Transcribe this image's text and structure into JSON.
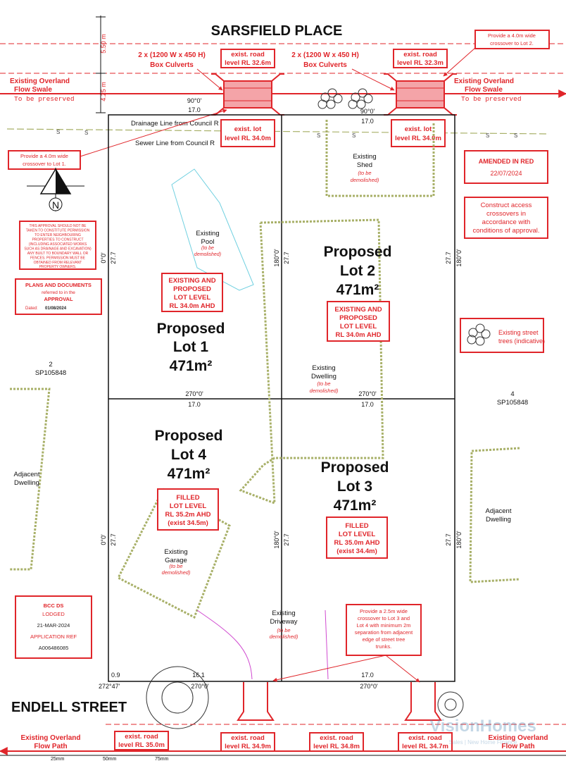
{
  "streets": {
    "top": "SARSFIELD PLACE",
    "bottom": "ENDELL STREET"
  },
  "dimensions": {
    "road_width_top": "5.50 m",
    "verge_width_top": "4.25 m"
  },
  "culverts": {
    "left": [
      "2 x (1200 W x 450 H)",
      "Box Culverts"
    ],
    "right": [
      "2 x (1200 W x 450 H)",
      "Box Culverts"
    ]
  },
  "road_levels_top": {
    "left": [
      "exist. road",
      "level RL 32.6m"
    ],
    "right": [
      "exist. road",
      "level RL 32.3m"
    ]
  },
  "lot_levels_top": {
    "left": [
      "exist. lot",
      "level RL 34.0m"
    ],
    "right": [
      "exist. lot",
      "level RL 34.0m"
    ]
  },
  "overland_swale": {
    "left": [
      "Existing Overland",
      "Flow Swale",
      "To be preserved"
    ],
    "right": [
      "Existing Overland",
      "Flow Swale",
      "To be preserved"
    ]
  },
  "notes": {
    "crossover_lot2": [
      "Provide a 4.0m wide",
      "crossover to Lot 2."
    ],
    "crossover_lot1": [
      "Provide a 4.0m wide",
      "crossover to Lot 1."
    ],
    "amended": [
      "AMENDED IN RED",
      "22/07/2024"
    ],
    "access": [
      "Construct access",
      "crossovers in",
      "accordance with",
      "conditions of approval."
    ],
    "crossover_lot3_4": [
      "Provide a 2.5m wide",
      "crossover to Lot 3 and",
      "Lot 4 with minimum 2m",
      "separation from adjacent",
      "edge of street tree",
      "trunks."
    ],
    "street_trees": [
      "Existing street",
      "trees (indicative)"
    ]
  },
  "services": {
    "drainage": "Drainage Line from Council R",
    "sewer": "Sewer Line from Council R"
  },
  "compass": {
    "letter": "N"
  },
  "disclaimer": [
    "THIS APPROVAL SHOULD NOT BE",
    "TAKEN TO CONSTITUTE PERMISSION",
    "TO ENTER NEIGHBOURING",
    "PROPERTIES TO CONSTRUCT",
    "(INCLUDING ASSOCIATED WORKS",
    "SUCH AS DRAINAGE AND EXCAVATION)",
    "ANY BUILT TO BOUNDARY WALL OR",
    "FENCES.  PERMISSION MUST BE",
    "OBTAINED FROM RELEVANT",
    "PROPERTY OWNERS."
  ],
  "approval_stamp": {
    "title": "PLANS AND DOCUMENTS",
    "line2": "referred to in the",
    "line3": "APPROVAL",
    "dated_label": "Dated:",
    "date": "01/08/2024"
  },
  "bcc_stamp": {
    "title": "BCC DS",
    "status": "LODGED",
    "date": "21-MAR-2024",
    "ref_label": "APPLICATION REF",
    "ref": "A006486085"
  },
  "lots": {
    "lot1": {
      "title": [
        "Proposed",
        "Lot 1",
        "471m²"
      ],
      "level": [
        "EXISTING AND",
        "PROPOSED",
        "LOT LEVEL",
        "RL 34.0m AHD"
      ]
    },
    "lot2": {
      "title": [
        "Proposed",
        "Lot 2",
        "471m²"
      ],
      "level": [
        "EXISTING AND",
        "PROPOSED",
        "LOT LEVEL",
        "RL 34.0m AHD"
      ]
    },
    "lot3": {
      "title": [
        "Proposed",
        "Lot 3",
        "471m²"
      ],
      "level": [
        "FILLED",
        "LOT LEVEL",
        "RL 35.0m AHD",
        "(exist 34.4m)"
      ]
    },
    "lot4": {
      "title": [
        "Proposed",
        "Lot 4",
        "471m²"
      ],
      "level": [
        "FILLED",
        "LOT LEVEL",
        "RL 35.2m AHD",
        "(exist 34.5m)"
      ]
    }
  },
  "features": {
    "pool": [
      "Existing",
      "Pool",
      "(to be",
      "demolished)"
    ],
    "shed": [
      "Existing",
      "Shed",
      "(to be",
      "demolished)"
    ],
    "dwelling": [
      "Existing",
      "Dwelling",
      "(to be",
      "demolished)"
    ],
    "garage": [
      "Existing",
      "Garage",
      "(to be",
      "demolished)"
    ],
    "driveway": [
      "Existing",
      "Driveway",
      "(to be",
      "demolished)"
    ],
    "adjacent_left": [
      "Adjacent",
      "Dwelling"
    ],
    "adjacent_right": [
      "Adjacent",
      "Dwelling"
    ]
  },
  "neighbours": {
    "left": [
      "2",
      "SP105848"
    ],
    "right": [
      "4",
      "SP105848"
    ]
  },
  "bearings": {
    "top_left": "90°0'",
    "top_left_len": "17.0",
    "top_right": "90°0'",
    "top_right_len": "17.0",
    "mid_left": "270°0'",
    "mid_left_len": "17.0",
    "mid_right": "270°0'",
    "mid_right_len": "17.0",
    "left_side": "0°0'",
    "left_len": "27.7",
    "centre_side": "180°0'",
    "centre_len": "27.7",
    "right_side": "180°0'",
    "right_len": "27.7",
    "bottom_corner": "272°47'",
    "bottom_corner_len": "0.9",
    "bottom_left": "270°0'",
    "bottom_left_len": "16.1",
    "bottom_right": "270°0'",
    "bottom_right_len": "17.0"
  },
  "bottom_road": {
    "flow_left": [
      "Existing Overland",
      "Flow Path"
    ],
    "flow_right": [
      "Existing Overland",
      "Flow Path"
    ],
    "levels": [
      [
        "exist. road",
        "level RL 35.0m"
      ],
      [
        "exist. road",
        "level RL 34.9m"
      ],
      [
        "exist. road",
        "level RL 34.8m"
      ],
      [
        "exist. road",
        "level RL 34.7m"
      ]
    ]
  },
  "watermark": {
    "brand": "VisionHomes",
    "tagline": "Sales | New Home Finance"
  },
  "scale_bar": [
    "25mm",
    "50mm",
    "75mm"
  ],
  "colors": {
    "red": "#e0252a",
    "olive": "#a8b068",
    "magenta": "#d04ad0",
    "cyan": "#70d0e0"
  }
}
